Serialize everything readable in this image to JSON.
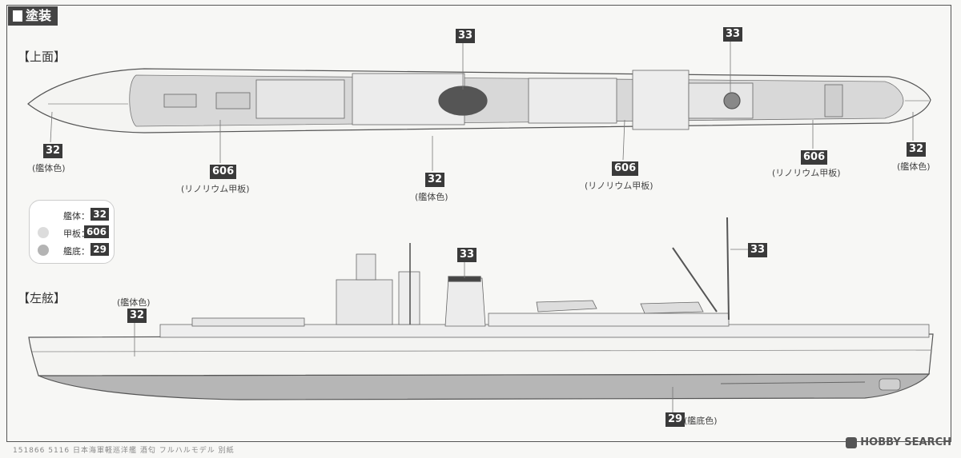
{
  "section_title": "塗装",
  "views": {
    "top": {
      "label": "【上面】"
    },
    "side": {
      "label": "【左舷】"
    }
  },
  "top_callouts": [
    {
      "code": "32",
      "note": "(艦体色)"
    },
    {
      "code": "606",
      "note": "(リノリウム甲板)"
    },
    {
      "code": "32",
      "note": "(艦体色)"
    },
    {
      "code": "606",
      "note": "(リノリウム甲板)"
    },
    {
      "code": "606",
      "note": "(リノリウム甲板)"
    },
    {
      "code": "32",
      "note": "(艦体色)"
    },
    {
      "code": "33",
      "note": ""
    },
    {
      "code": "33",
      "note": ""
    }
  ],
  "side_callouts": [
    {
      "code": "32",
      "note": "(艦体色)"
    },
    {
      "code": "33",
      "note": ""
    },
    {
      "code": "33",
      "note": ""
    },
    {
      "code": "29",
      "note": "(艦底色)"
    }
  ],
  "legend": [
    {
      "label": "艦体：",
      "code": "32",
      "color": "#ffffff"
    },
    {
      "label": "甲板：",
      "code": "606",
      "color": "#dcdcdc"
    },
    {
      "label": "艦底：",
      "code": "29",
      "color": "#b4b4b4"
    }
  ],
  "footer_text": "151866 5116 日本海軍軽巡洋艦 酒匂 フルハルモデル 別紙",
  "watermark": "HOBBY SEARCH",
  "colors": {
    "badge": "#3a3a3a",
    "hull": "#f4f4f2",
    "deck": "#d8d8d8",
    "bottom": "#b6b6b6",
    "line": "#555555"
  }
}
